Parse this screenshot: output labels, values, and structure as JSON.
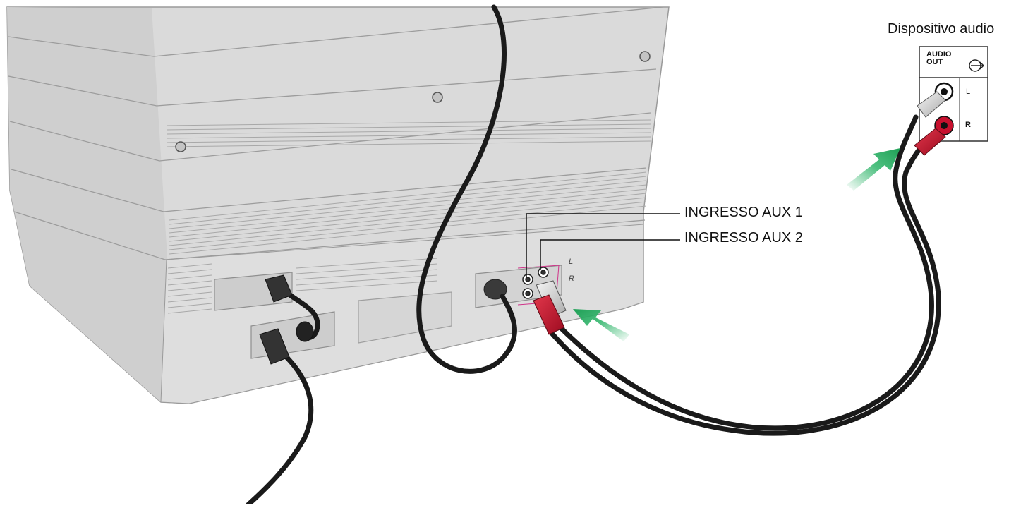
{
  "callouts": {
    "aux1": "INGRESSO AUX 1",
    "aux2": "INGRESSO AUX 2"
  },
  "audio_device": {
    "title": "Dispositivo audio",
    "panel_label_line1": "AUDIO",
    "panel_label_line2": "OUT",
    "jack_left": "L",
    "jack_right": "R"
  },
  "unit_jack_labels": {
    "left": "L",
    "right": "R"
  },
  "colors": {
    "housing": "#dcdcdc",
    "housing_shadow": "#c8c8c8",
    "cable": "#1a1a1a",
    "plug_white": "#e8e8e8",
    "plug_red": "#c8102e",
    "arrow_green": "#2fb56a",
    "leader_pink": "#d0348a"
  }
}
